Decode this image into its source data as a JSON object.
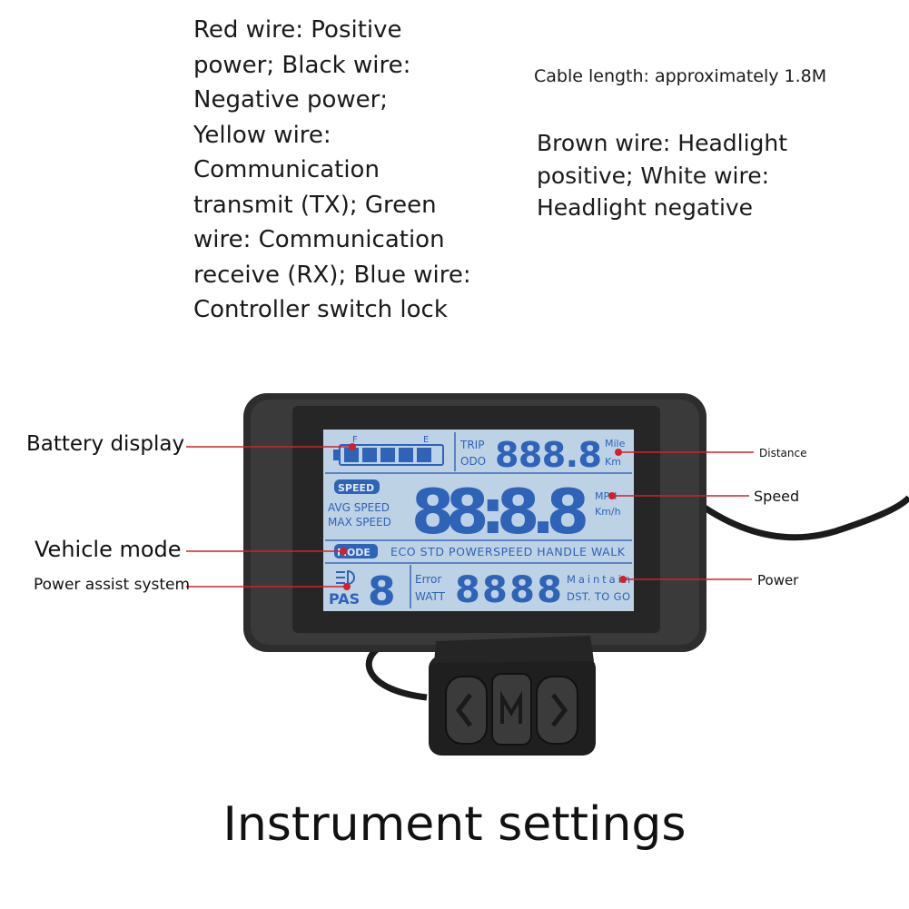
{
  "wiring_note": "Red wire: Positive\npower; Black wire:\nNegative power;\nYellow wire:\nCommunication\ntransmit (TX); Green\nwire: Communication\nreceive (RX); Blue wire:\nController switch lock",
  "cable_note": "Cable length: approximately 1.8M",
  "headlight_note": "Brown wire: Headlight\npositive; White wire:\nHeadlight negative",
  "callouts": {
    "battery": "Battery display",
    "vehicle_mode": "Vehicle mode",
    "pas": "Power assist system",
    "distance": "Distance",
    "speed": "Speed",
    "power": "Power"
  },
  "lcd": {
    "battery_f": "F",
    "battery_e": "E",
    "trip": "TRIP",
    "odo": "ODO",
    "distance_digits": "888.8",
    "mile": "Mile",
    "km": "Km",
    "speed_badge": "SPEED",
    "avg_speed": "AVG SPEED",
    "max_speed": "MAX SPEED",
    "speed_digits": "88:8.8",
    "mph": "MPH",
    "kmh": "Km/h",
    "mode_badge": "MODE",
    "modes": "ECO STD POWERSPEED HANDLE WALK",
    "pas": "PAS",
    "pas_digit": "8",
    "error": "Error",
    "watt": "WATT",
    "power_digits": "8888",
    "maintain": "Maintain",
    "dst_to_go": "DST. TO GO"
  },
  "title": "Instrument settings",
  "colors": {
    "lcd_bg": "#bcd3e6",
    "lcd_segment": "#2f63b8",
    "callout_line": "#d4202a",
    "bezel": "#2b2b2b"
  },
  "icons": [
    "battery-icon",
    "headlight-icon",
    "left-arrow-button-icon",
    "m-button-icon",
    "right-arrow-button-icon"
  ]
}
